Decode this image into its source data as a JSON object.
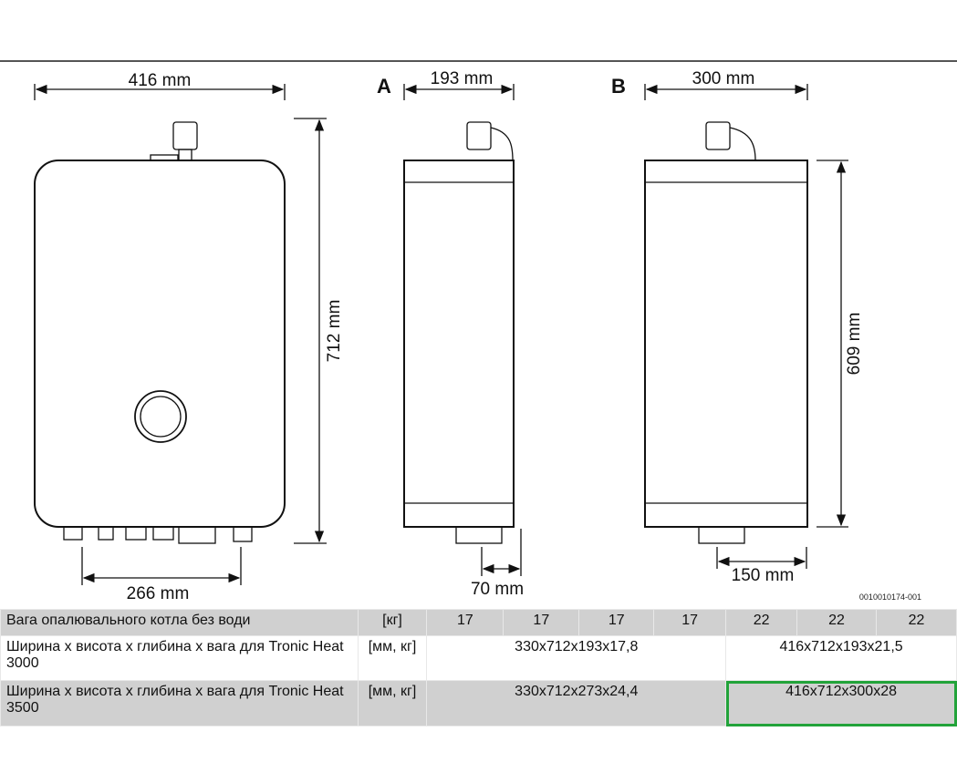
{
  "drawing": {
    "front": {
      "width": "416 mm",
      "height": "712 mm",
      "pipe_spacing": "266 mm"
    },
    "side_a": {
      "label": "A",
      "depth": "193 mm",
      "offset": "70 mm"
    },
    "side_b": {
      "label": "B",
      "depth": "300 mm",
      "height": "609 mm",
      "offset": "150 mm"
    },
    "figure_code": "0010010174-001"
  },
  "table": {
    "rows": [
      {
        "label": "Вага опалювального котла без води",
        "unit": "[кг]",
        "values": [
          "17",
          "17",
          "17",
          "17",
          "22",
          "22",
          "22"
        ]
      },
      {
        "label": "Ширина x висота x глибина x вага для Tronic Heat 3000",
        "unit": "[мм, кг]",
        "group1": "330x712x193x17,8",
        "group2": "416x712x193x21,5"
      },
      {
        "label": "Ширина x висота x глибина x вага для Tronic Heat 3500",
        "unit": "[мм, кг]",
        "group1": "330x712x273x24,4",
        "group2": "416x712x300x28"
      }
    ],
    "highlight_color": "#22a33a"
  }
}
